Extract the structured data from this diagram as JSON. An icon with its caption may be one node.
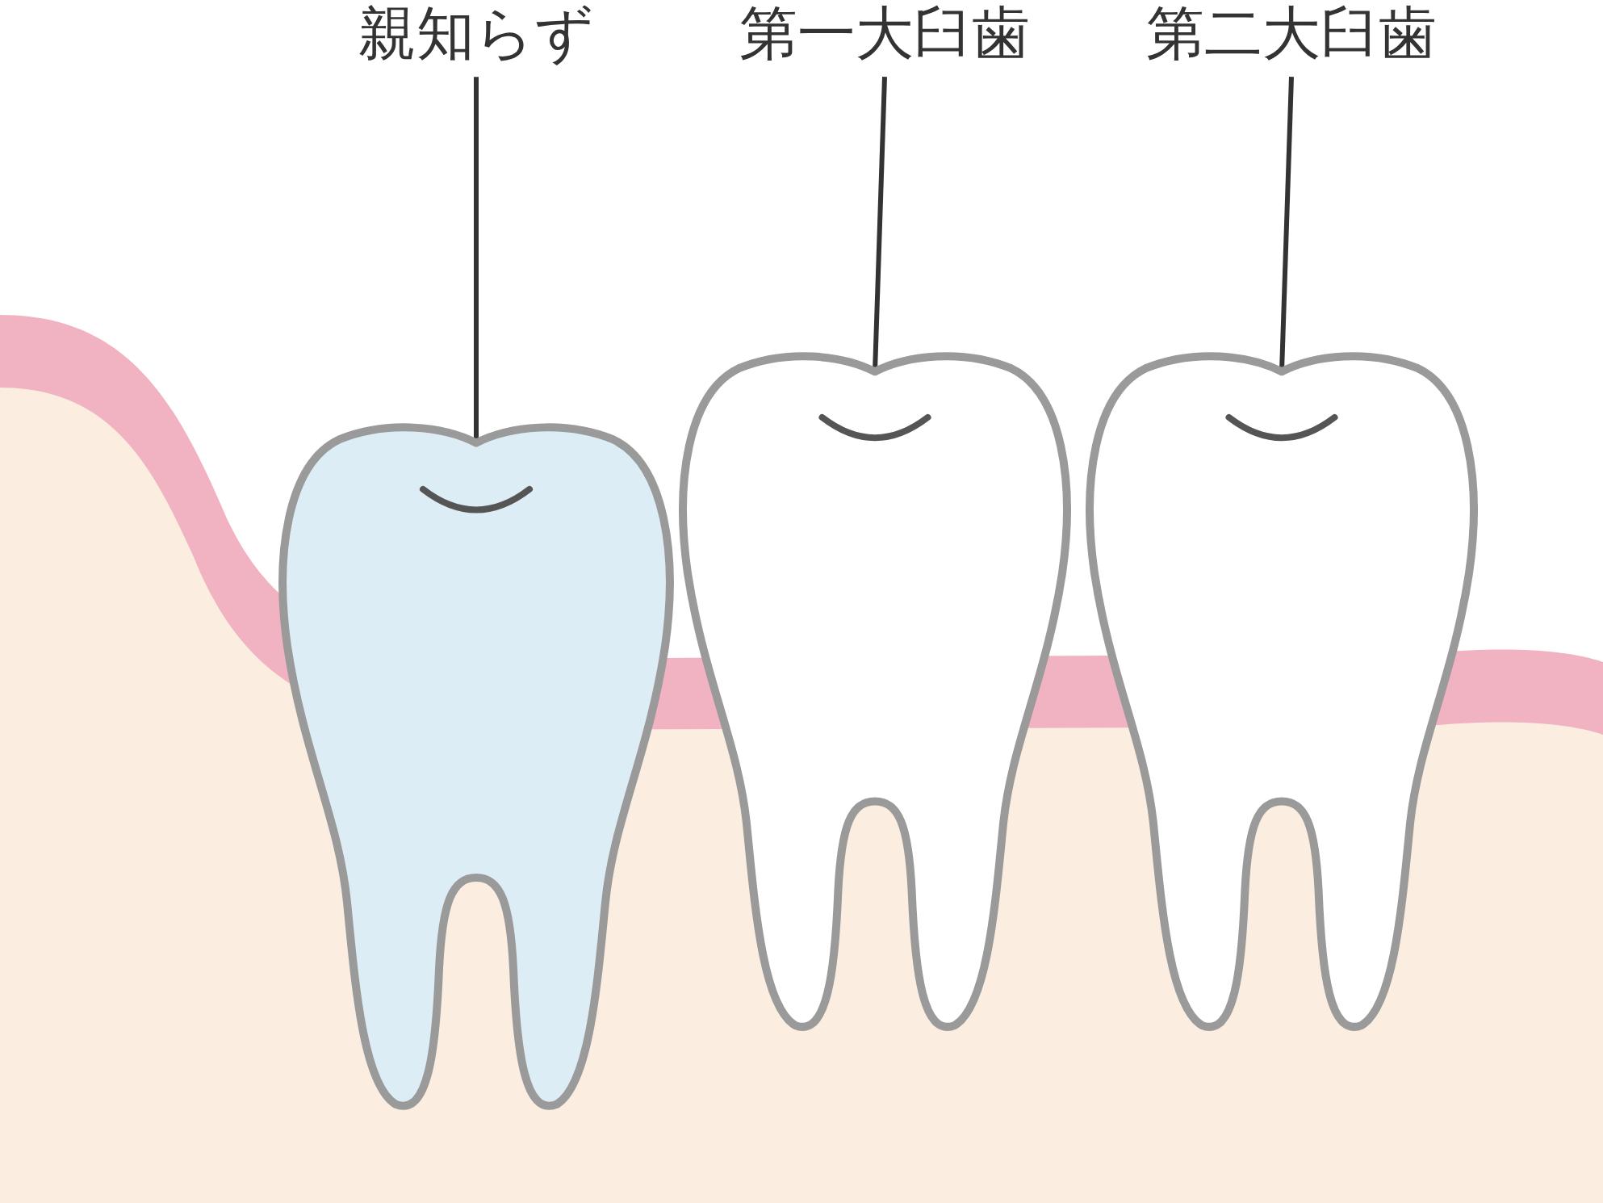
{
  "diagram": {
    "nodes": [
      {
        "text": [
          "親知らず"
        ]
      },
      {
        "text": [
          "第一大臼歯"
        ]
      },
      {
        "text": [
          "第二大臼歯"
        ]
      },
      {
        "text": [],
        "shape": "picture"
      },
      {
        "text": [],
        "shape": "picture"
      },
      {
        "text": [],
        "shape": "picture"
      }
    ],
    "edges": [
      {
        "from": 0,
        "to": 3,
        "arrow": "none"
      },
      {
        "from": 1,
        "to": 4,
        "arrow": "none"
      },
      {
        "from": 2,
        "to": 5,
        "arrow": "none"
      }
    ]
  }
}
